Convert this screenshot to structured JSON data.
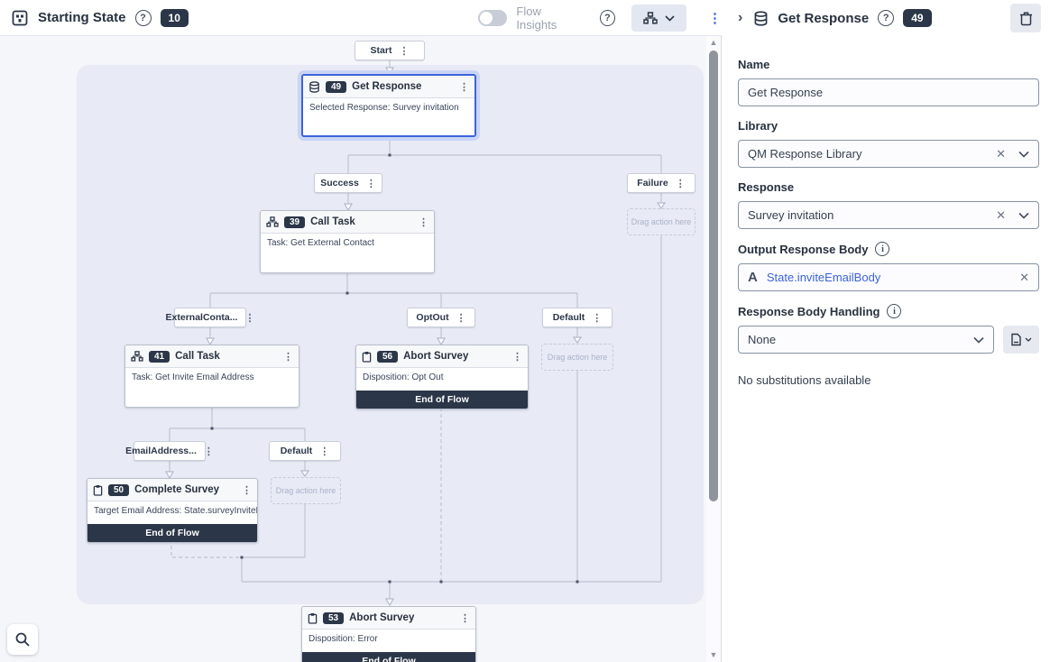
{
  "icons": {
    "kebab": "⋮",
    "close": "✕",
    "chevron_right": "›",
    "question": "?",
    "info": "i",
    "letter_a": "A",
    "up_arrow": "▲",
    "down_arrow": "▼"
  },
  "toolbar": {
    "title": "Starting State",
    "badge": "10",
    "flow_insights_label": "Flow Insights"
  },
  "panel": {
    "title": "Get Response",
    "badge": "49",
    "name_label": "Name",
    "name_value": "Get Response",
    "library_label": "Library",
    "library_value": "QM Response Library",
    "response_label": "Response",
    "response_value": "Survey invitation",
    "output_label": "Output Response Body",
    "output_value": "State.inviteEmailBody",
    "handling_label": "Response Body Handling",
    "handling_value": "None",
    "substitutions_note": "No substitutions available"
  },
  "canvas": {
    "start_label": "Start",
    "drag_placeholder": "Drag action here",
    "nodes": {
      "get_response": {
        "badge": "49",
        "title": "Get Response",
        "body": "Selected Response: Survey invitation"
      },
      "call_task_39": {
        "badge": "39",
        "title": "Call Task",
        "body": "Task: Get External Contact"
      },
      "call_task_41": {
        "badge": "41",
        "title": "Call Task",
        "body": "Task: Get Invite Email Address"
      },
      "abort_survey_56": {
        "badge": "56",
        "title": "Abort Survey",
        "body": "Disposition: Opt Out",
        "footer": "End of Flow"
      },
      "complete_survey_50": {
        "badge": "50",
        "title": "Complete Survey",
        "body": "Target Email Address: State.surveyInviteEmailAddre",
        "footer": "End of Flow"
      },
      "abort_survey_53": {
        "badge": "53",
        "title": "Abort Survey",
        "body": "Disposition: Error",
        "footer": "End of Flow"
      }
    },
    "branches": {
      "success": "Success",
      "failure": "Failure",
      "external_contact": "ExternalConta...",
      "optout": "OptOut",
      "default1": "Default",
      "email_address": "EmailAddress...",
      "default2": "Default"
    }
  },
  "colors": {
    "accent_blue": "#3b63d8",
    "dark_navy": "#2b3648",
    "canvas_bg": "#f5f6fa",
    "state_bg": "#e8eaf5",
    "connector": "#c5cad7"
  }
}
